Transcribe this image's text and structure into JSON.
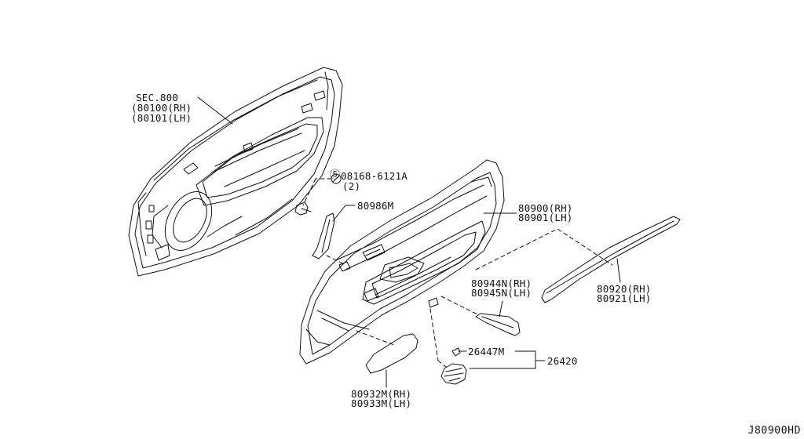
{
  "labels": {
    "sec800": "SEC.800",
    "p80100": "(80100(RH)",
    "p80101": "(80101(LH)",
    "bolt": "08168-6121A",
    "bolt_qty": "(2)",
    "p80986": "80986M",
    "p80900": "80900(RH)",
    "p80901": "80901(LH)",
    "p80944": "80944N(RH)",
    "p80945": "80945N(LH)",
    "p80920": "80920(RH)",
    "p80921": "80921(LH)",
    "p26447": "26447M",
    "p26420": "26420",
    "p80932": "80932M(RH)",
    "p80933": "80933M(LH)"
  },
  "diagram_code": "J80900HD"
}
